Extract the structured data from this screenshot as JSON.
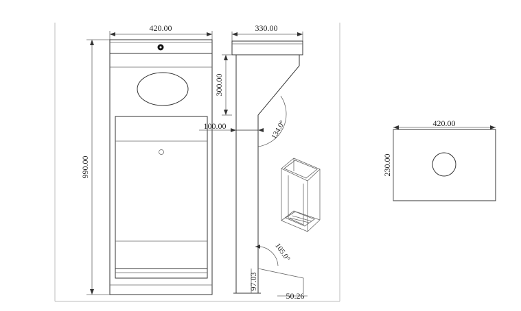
{
  "front_view": {
    "width_label": "420.00",
    "height_label": "990.00"
  },
  "side_view": {
    "depth_label": "330.00",
    "upper_height_label": "300.00",
    "offset_label": "100.00",
    "top_angle_label": "134.0°",
    "bottom_angle_label": "105.0°",
    "base_height_label": "97.03",
    "base_width_label": "50.26"
  },
  "top_view": {
    "width_label": "420.00",
    "height_label": "230.00"
  }
}
